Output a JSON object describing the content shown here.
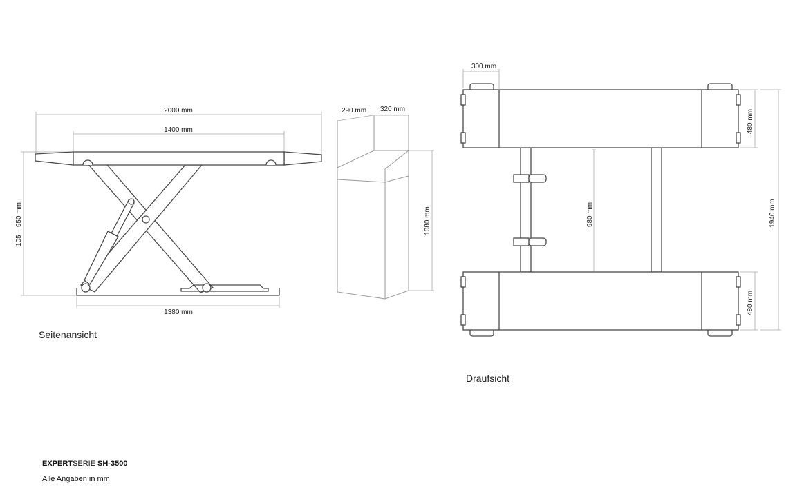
{
  "side_view": {
    "caption": "Seitenansicht",
    "dim_total_length": "2000 mm",
    "dim_platform_length": "1400 mm",
    "dim_base_length": "1380 mm",
    "dim_height_range": "105 – 950 mm"
  },
  "control_box": {
    "dim_depth": "290 mm",
    "dim_width": "320 mm",
    "dim_height": "1080 mm"
  },
  "top_view": {
    "caption": "Draufsicht",
    "dim_end_section": "300 mm",
    "dim_platform_width_top": "480 mm",
    "dim_platform_width_bottom": "480 mm",
    "dim_inner_gap": "980 mm",
    "dim_total_width": "1940 mm"
  },
  "footer": {
    "series_bold": "EXPERT",
    "series_regular": "SERIE",
    "model": "SH-3500",
    "note": "Alle Angaben in mm"
  }
}
